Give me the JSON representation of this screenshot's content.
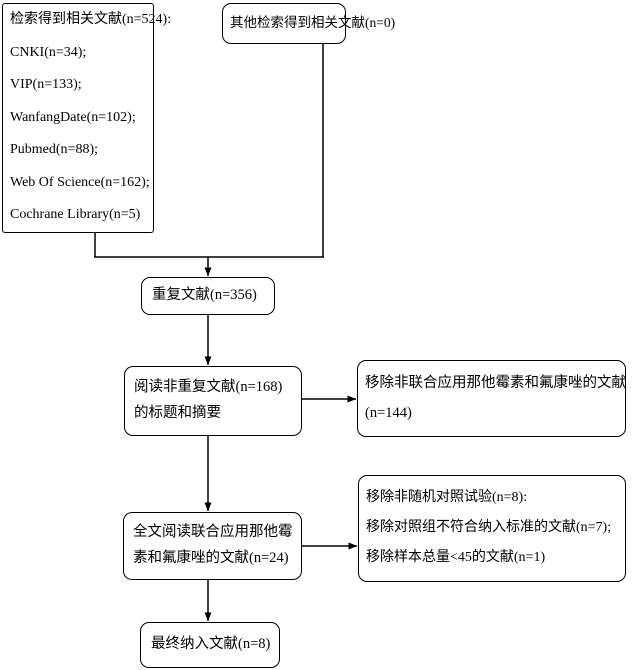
{
  "diagram": {
    "type": "prisma-flow-diagram",
    "line_color": "#000000",
    "box_fill": "#ffffff",
    "boxes": {
      "search": {
        "name": "database-search-results",
        "lines": [
          "检索得到相关文献(n=524):",
          "CNKI(n=34);",
          "VIP(n=133);",
          "WanfangDate(n=102);",
          " Pubmed(n=88);",
          "Web Of Science(n=162);",
          "Cochrane Library(n=5)"
        ],
        "total": 524,
        "sources": [
          {
            "label": "CNKI",
            "n": 34
          },
          {
            "label": "VIP",
            "n": 133
          },
          {
            "label": "WanfangDate",
            "n": 102
          },
          {
            "label": "Pubmed",
            "n": 88
          },
          {
            "label": "Web Of Science",
            "n": 162
          },
          {
            "label": "Cochrane Library",
            "n": 5
          }
        ]
      },
      "other_sources": {
        "name": "other-search-results",
        "lines": [
          "其他检索得到相关文献(n=0)"
        ],
        "n": 0
      },
      "duplicates": {
        "name": "duplicate-records",
        "lines": [
          "重复文献(n=356)"
        ],
        "n": 356
      },
      "screen_title_abstract": {
        "name": "title-abstract-screening",
        "lines": [
          "阅读非重复文献(n=168)",
          "的标题和摘要"
        ],
        "n": 168
      },
      "excluded_1": {
        "name": "excluded-after-title-abstract",
        "lines": [
          "移除非联合应用那他霉素和氟康唑的文献",
          "(n=144)"
        ],
        "n": 144
      },
      "fulltext": {
        "name": "full-text-assessment",
        "lines": [
          "全文阅读联合应用那他霉",
          "素和氟康唑的文献(n=24)"
        ],
        "n": 24
      },
      "excluded_2": {
        "name": "excluded-after-full-text",
        "lines": [
          "移除非随机对照试验(n=8):",
          "移除对照组不符合纳入标准的文献(n=7);",
          "移除样本总量<45的文献(n=1)"
        ],
        "reasons": [
          {
            "label": "移除非随机对照试验",
            "n": 8
          },
          {
            "label": "移除对照组不符合纳入标准的文献",
            "n": 7
          },
          {
            "label": "移除样本总量<45的文献",
            "n": 1
          }
        ]
      },
      "included": {
        "name": "studies-included",
        "lines": [
          "最终纳入文献(n=8)"
        ],
        "n": 8
      }
    }
  }
}
